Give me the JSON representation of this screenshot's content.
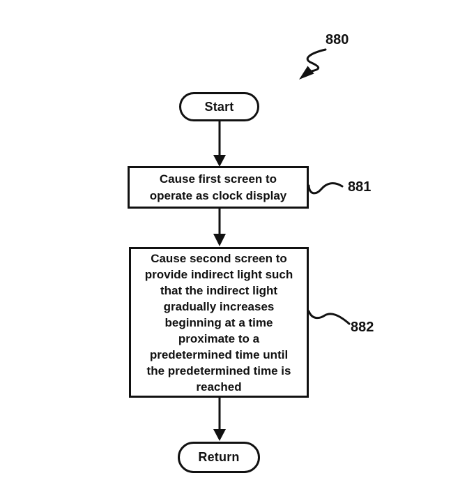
{
  "figure": {
    "ref_main": "880",
    "start_label": "Start",
    "return_label": "Return",
    "steps": [
      {
        "ref": "881",
        "text": "Cause first screen to\noperate as clock display"
      },
      {
        "ref": "882",
        "text": "Cause second screen to\nprovide indirect light such\nthat the indirect light\ngradually increases\nbeginning at a time\nproximate to a\npredetermined time until\nthe predetermined time is\nreached"
      }
    ],
    "colors": {
      "ink": "#111111",
      "background": "#ffffff"
    }
  }
}
